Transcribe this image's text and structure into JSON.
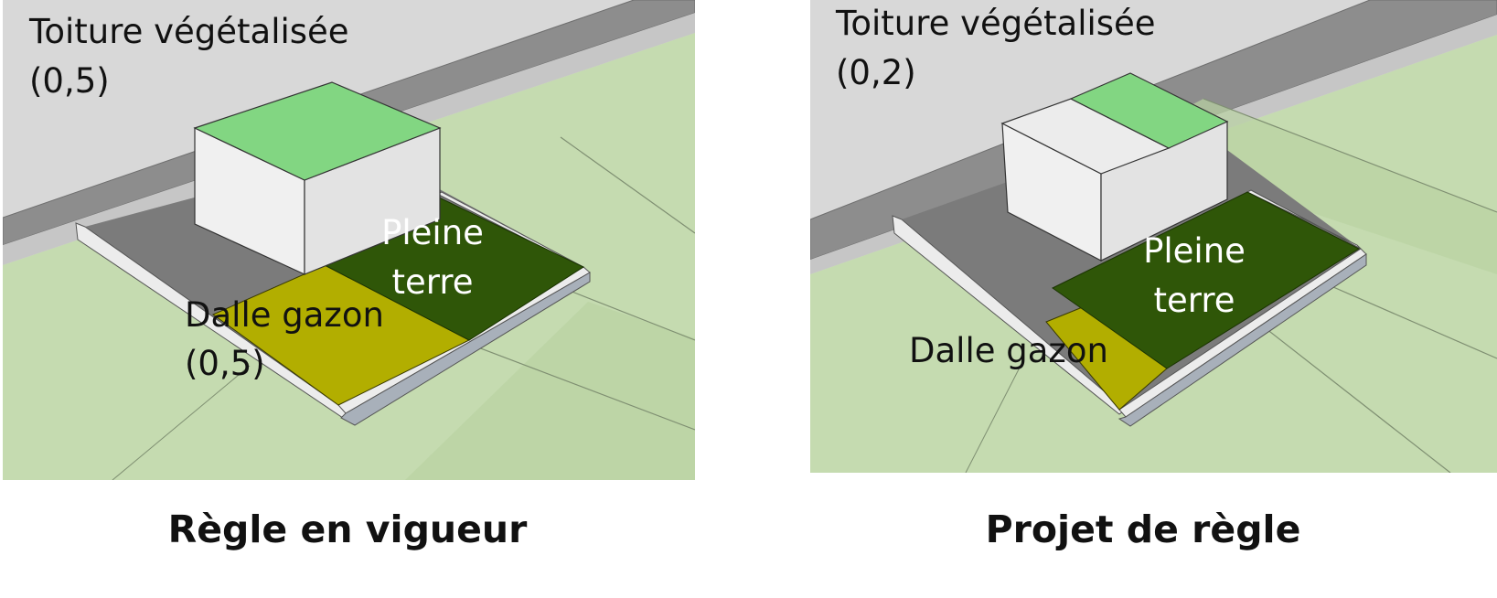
{
  "colors": {
    "sky": "#d8d8d8",
    "road": "#8d8d8d",
    "ground_grey": "#c6c6c6",
    "lawn_light": "#c5dbb0",
    "lawn_mid": "#b9d3a3",
    "green_roof": "#82d682",
    "building_wall": "#ececec",
    "paving": "#7b7b7b",
    "pleine_terre": "#2f5608",
    "dalle_gazon": "#b2ae00",
    "curb_side": "#a8b0ba"
  },
  "panels": [
    {
      "roof_label": "Toiture végétalisée",
      "roof_coef": "(0,5)",
      "pleine_line1": "Pleine",
      "pleine_line2": "terre",
      "dalle_label": "Dalle gazon",
      "dalle_coef": "(0,5)",
      "caption": "Règle en vigueur"
    },
    {
      "roof_label": "Toiture végétalisée",
      "roof_coef": "(0,2)",
      "pleine_line1": "Pleine",
      "pleine_line2": "terre",
      "dalle_label": "Dalle gazon",
      "caption": "Projet de règle"
    }
  ]
}
